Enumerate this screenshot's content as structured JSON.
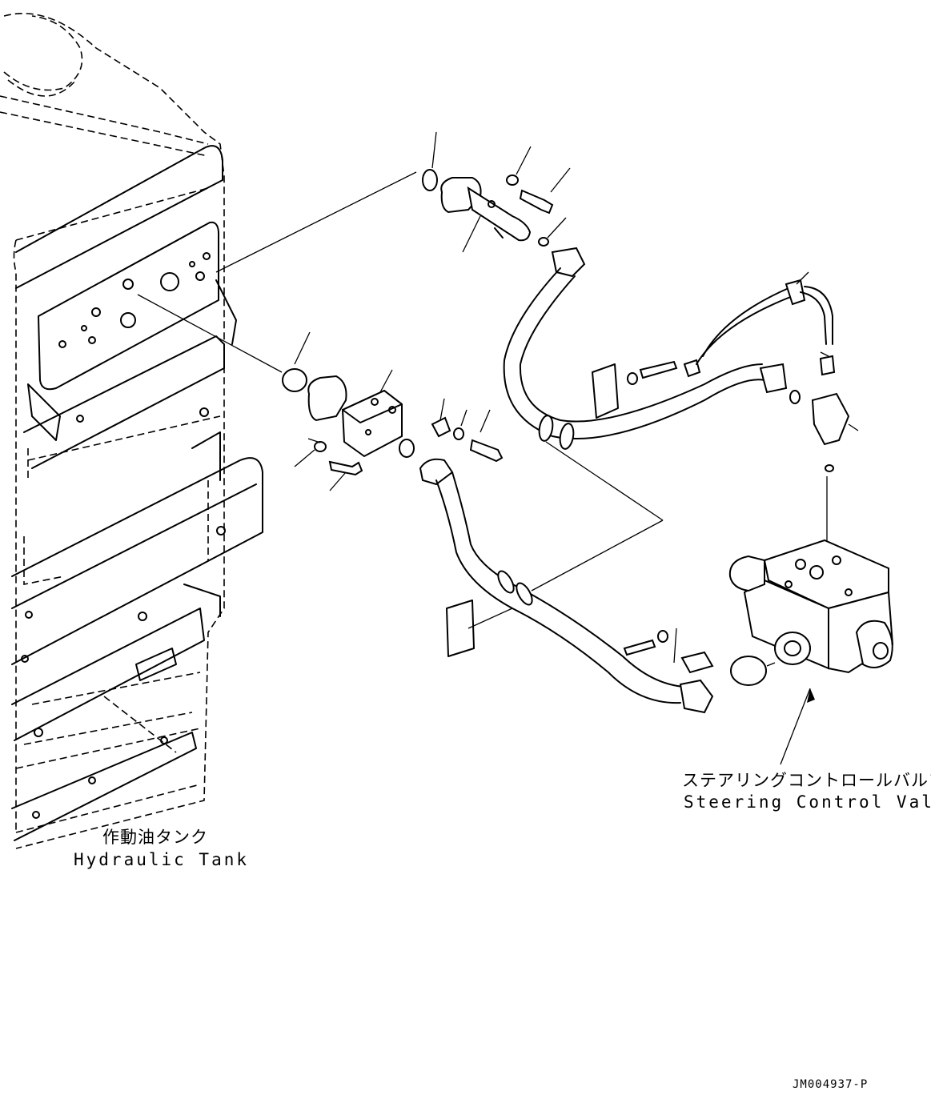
{
  "labels": {
    "tank_jp": "作動油タンク",
    "tank_en": "Hydraulic Tank",
    "valve_jp": "ステアリングコントロールバルブ",
    "valve_en": "Steering Control Valve",
    "drawing_ref": "JM004937-P"
  }
}
